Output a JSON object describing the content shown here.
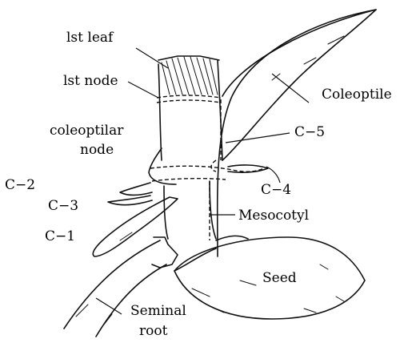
{
  "labels": {
    "first_leaf": "lst leaf",
    "first_node": "lst node",
    "coleoptilar_node_line1": "coleoptilar",
    "coleoptilar_node_line2": "node",
    "coleoptile": "Coleoptile",
    "c5": "C−5",
    "c4": "C−4",
    "c2": "C−2",
    "c3": "C−3",
    "c1": "C−1",
    "mesocotyl": "Mesocotyl",
    "seed": "Seed",
    "seminal_root_line1": "Seminal",
    "seminal_root_line2": "root"
  }
}
